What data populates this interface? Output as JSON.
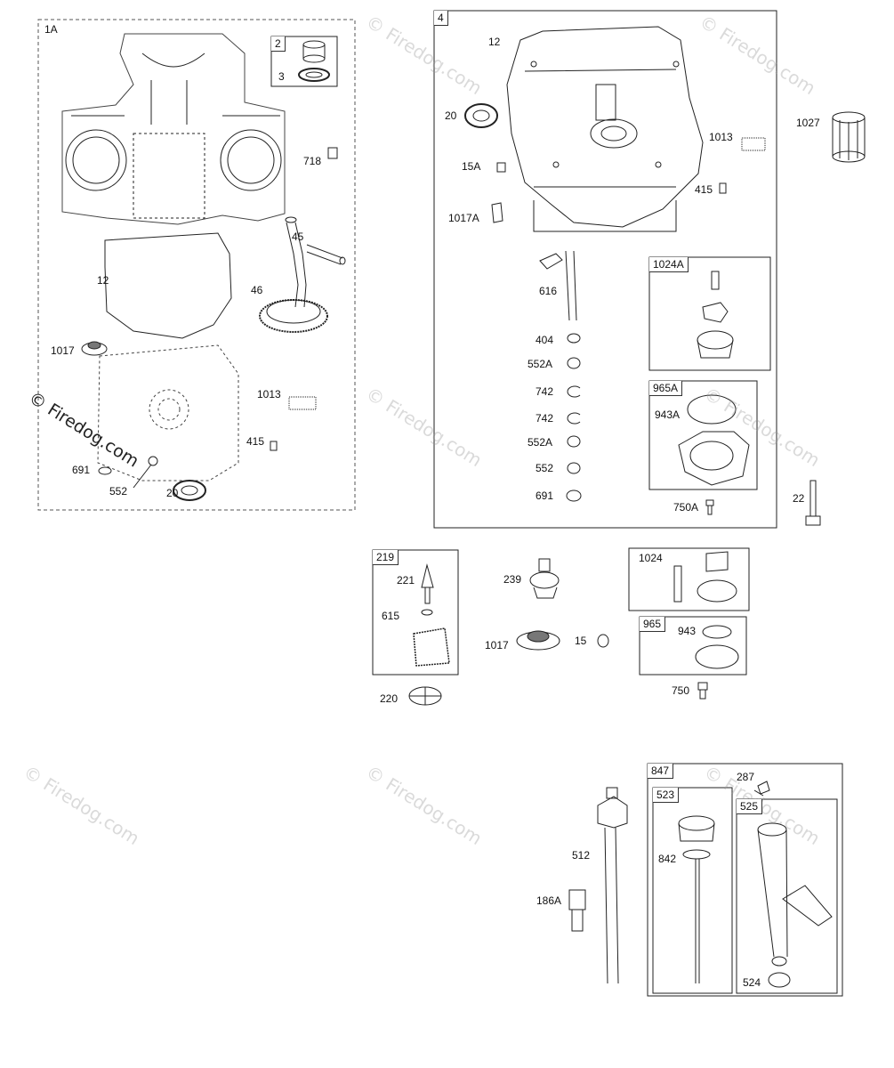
{
  "watermark": {
    "text": "© Firedog.com"
  },
  "groups": {
    "g1A": "1A",
    "g4": "4",
    "g2": "2",
    "g219": "219",
    "g1024": "1024",
    "g965": "965",
    "g1024A": "1024A",
    "g965A": "965A",
    "g847": "847",
    "g523": "523",
    "g525": "525"
  },
  "parts": {
    "p3": "3",
    "p718": "718",
    "p45": "45",
    "p12a": "12",
    "p46": "46",
    "p1017a": "1017",
    "p1013a": "1013",
    "p415a": "415",
    "p691a": "691",
    "p552a": "552",
    "p20a": "20",
    "p12b": "12",
    "p20b": "20",
    "p15A": "15A",
    "p1017A": "1017A",
    "p1013b": "1013",
    "p415b": "415",
    "p1027": "1027",
    "p616": "616",
    "p404": "404",
    "p552A1": "552A",
    "p742a": "742",
    "p742b": "742",
    "p552A2": "552A",
    "p552b": "552",
    "p691b": "691",
    "p943A": "943A",
    "p750A": "750A",
    "p22": "22",
    "p221": "221",
    "p615": "615",
    "p220": "220",
    "p239": "239",
    "p1017b": "1017",
    "p15": "15",
    "p943": "943",
    "p750": "750",
    "p287": "287",
    "p512": "512",
    "p186A": "186A",
    "p842": "842",
    "p524": "524"
  }
}
